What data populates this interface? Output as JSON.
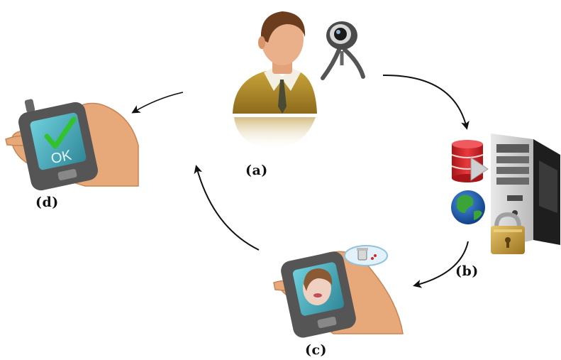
{
  "labels": {
    "a": "(a)",
    "b": "(b)",
    "c": "(c)",
    "d": "(d)"
  },
  "phone_screen_text": "OK",
  "icons": {
    "user": "user-avatar-icon",
    "webcam": "webcam-icon",
    "database": "database-icon",
    "play": "play-icon",
    "globe": "globe-icon",
    "server": "server-tower-icon",
    "padlock": "padlock-icon",
    "checkmark": "checkmark-icon",
    "phone": "mobile-phone-icon",
    "hand": "hand-icon",
    "face": "face-photo-icon",
    "trash": "trash-can-icon"
  },
  "colors": {
    "skin": "#e8a97a",
    "shirt": "#b8922e",
    "hair": "#6b3d1e",
    "phone_body": "#555555",
    "phone_screen": "#3fa0b0",
    "check_green": "#32c22e",
    "arrow": "#111111",
    "database_red": "#d8262a",
    "globe_blue": "#1e5fb0",
    "globe_green": "#3aa536",
    "server_gray": "#2a2a2a",
    "padlock_gold": "#c9a24a"
  }
}
